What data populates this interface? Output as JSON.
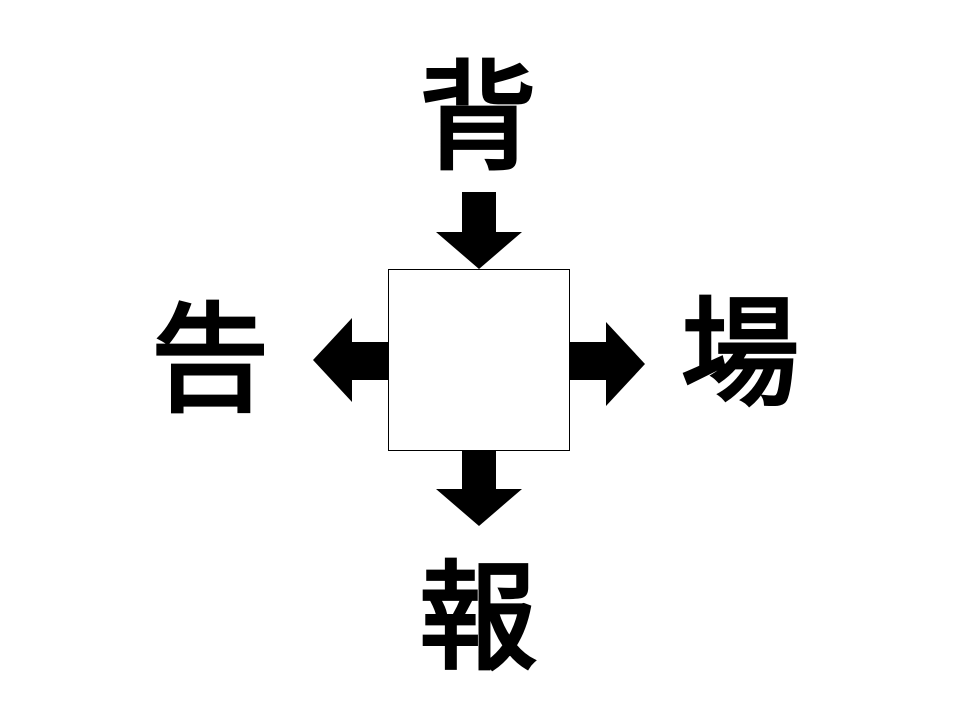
{
  "puzzle": {
    "top_kanji": "背",
    "left_kanji": "告",
    "right_kanji": "場",
    "bottom_kanji": "報",
    "answer_value": ""
  },
  "colors": {
    "ink": "#000000",
    "background": "#ffffff"
  },
  "icons": {
    "top_arrow": "arrow-down-icon",
    "bottom_arrow": "arrow-down-icon",
    "left_arrow": "arrow-left-icon",
    "right_arrow": "arrow-right-icon"
  }
}
